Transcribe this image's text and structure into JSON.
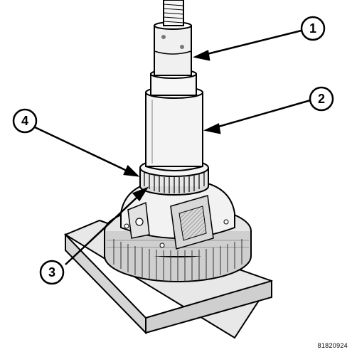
{
  "callouts": [
    {
      "number": "1"
    },
    {
      "number": "2"
    },
    {
      "number": "3"
    },
    {
      "number": "4"
    }
  ],
  "figure_id": "81820924"
}
